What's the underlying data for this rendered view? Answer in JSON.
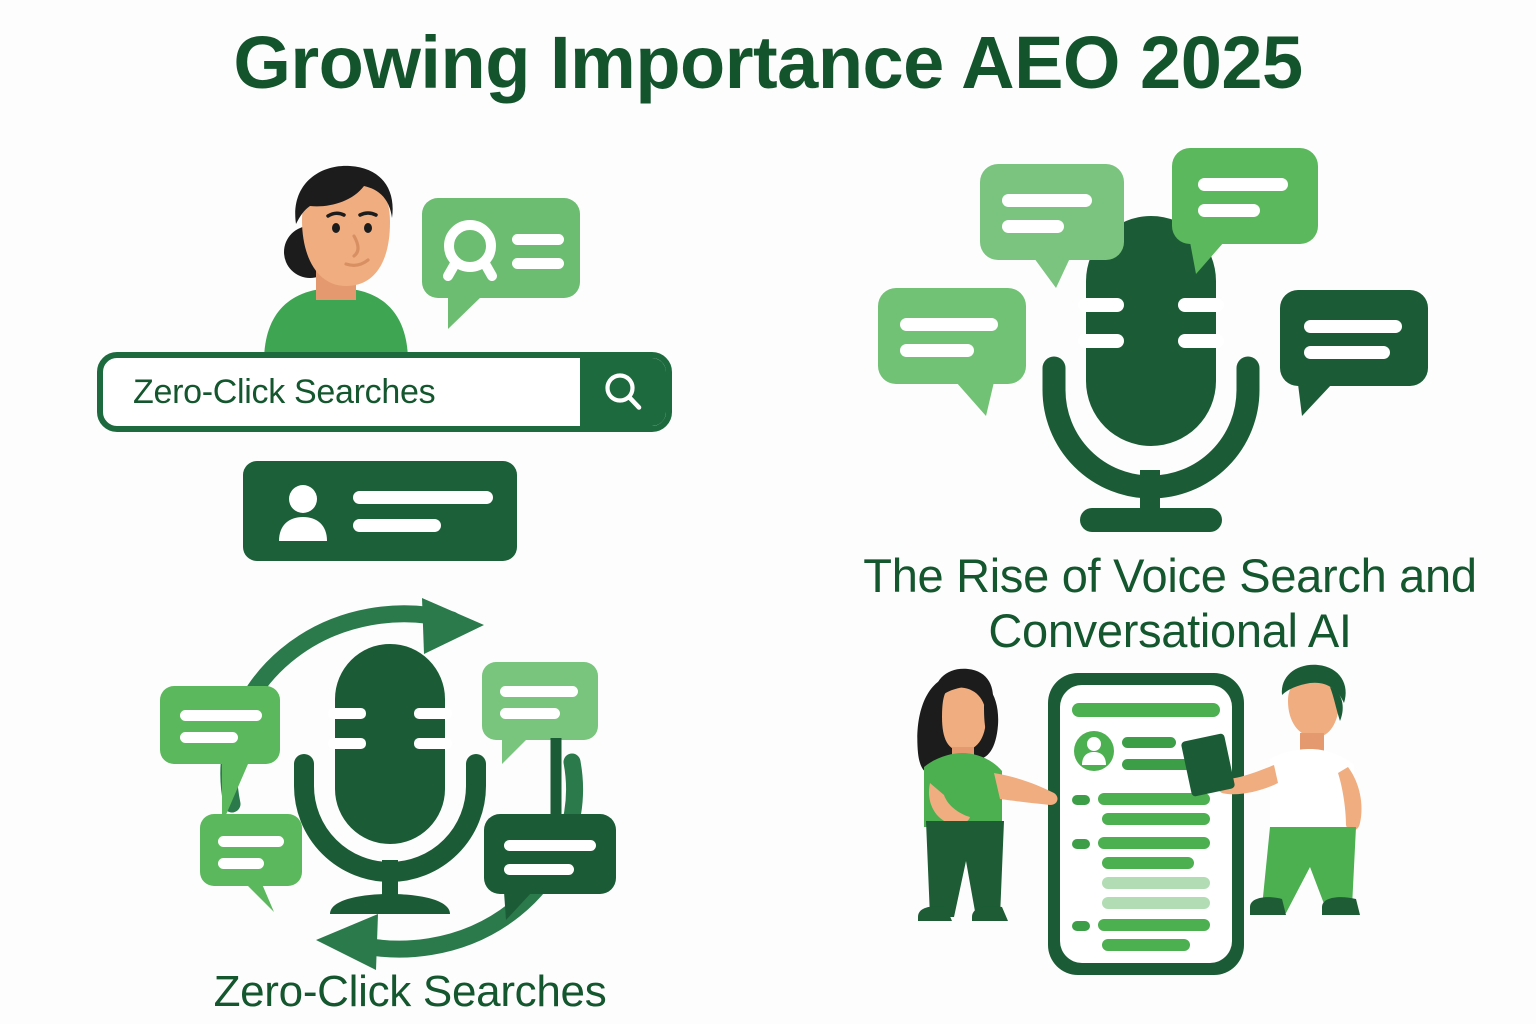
{
  "page": {
    "title": "Growing Importance AEO 2025",
    "background_color": "#fdfdfd"
  },
  "colors": {
    "dark_green": "#14562e",
    "deep_green": "#1b6038",
    "mid_green": "#3ea552",
    "light_green": "#5cb85c",
    "pale_green": "#7bc47f",
    "very_pale_green": "#a9d7a8",
    "skin": "#efad80",
    "hair": "#1c1c1c",
    "white": "#ffffff"
  },
  "search": {
    "value": "Zero-Click Searches",
    "placeholder": "Zero-Click Searches",
    "button_icon": "search-icon"
  },
  "panels": {
    "top_left": {
      "name": "zero-click-search-illustration",
      "icons": [
        "woman-avatar-icon",
        "query-bubble-icon",
        "result-card-icon"
      ]
    },
    "top_right": {
      "name": "voice-search-illustration",
      "caption": "The Rise of Voice Search and Conversational AI",
      "caption_line1": "The Rise of Voice Search and",
      "caption_line2": "Conversational AI",
      "icons": [
        "microphone-icon",
        "speech-bubble-icon"
      ]
    },
    "bottom_left": {
      "name": "zero-click-voice-cycle-illustration",
      "caption": "Zero-Click Searches",
      "icons": [
        "microphone-icon",
        "refresh-cycle-icon",
        "speech-bubble-icon"
      ]
    },
    "bottom_right": {
      "name": "conversational-ai-people-illustration",
      "icons": [
        "woman-figure-icon",
        "man-figure-icon",
        "document-icon",
        "profile-avatar-icon"
      ]
    }
  }
}
